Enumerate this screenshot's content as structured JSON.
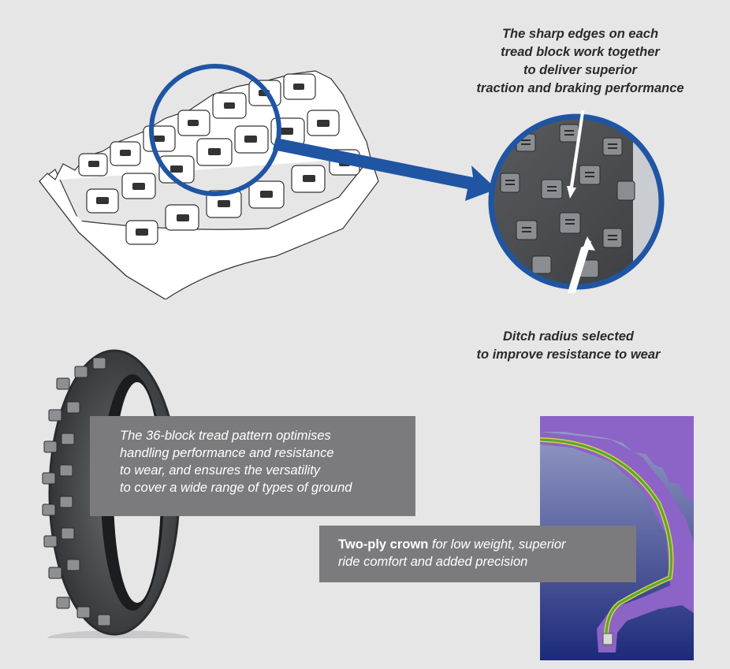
{
  "top_caption": {
    "lines": [
      "The sharp edges on each",
      "tread block work together",
      "to deliver superior",
      "traction and braking performance"
    ]
  },
  "bottom_caption": {
    "lines": [
      "Ditch radius selected",
      "to improve resistance to wear"
    ]
  },
  "tread_box": {
    "lines": [
      "The 36-block tread pattern optimises",
      "handling performance and resistance",
      "to wear, and ensures the versatility",
      "to cover a wide range of types of ground"
    ]
  },
  "crown_box": {
    "bold": "Two-ply crown",
    "line1_rest": " for low weight, superior",
    "line2": "ride comfort and added precision"
  },
  "colors": {
    "accent_blue": "#1f55a3",
    "box_gray": "#7b7b7d",
    "background": "#e6e6e7",
    "section_purple": "#8c63c7"
  },
  "icons": [
    "tread-block-drawing",
    "magnifier-circle",
    "tread-photo",
    "tyre-photo",
    "crown-cross-section"
  ]
}
